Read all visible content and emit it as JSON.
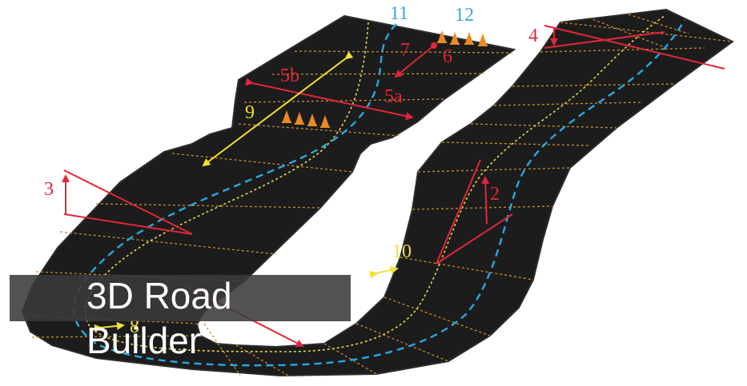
{
  "colors": {
    "road": "#1c1c1c",
    "road_edge": "#2c2c2c",
    "grid_lines": "#c78a2a",
    "center_line": "#e7d34a",
    "lane_line": "#28a8e0",
    "red_annotation": "#e0263a",
    "yellow_annotation": "#f2e033",
    "blue_label": "#3aa7d6",
    "cone": "#e98a24"
  },
  "labels": {
    "n1": "2",
    "n2": "3",
    "n3": "4",
    "n4": "5a",
    "n5": "5b",
    "n6": "6",
    "n7": "7",
    "n8": "8",
    "n9": "9",
    "n10": "10",
    "n11": "11",
    "n12": "12"
  },
  "overlay": {
    "line1": "3D Road",
    "line2": "Builder"
  }
}
